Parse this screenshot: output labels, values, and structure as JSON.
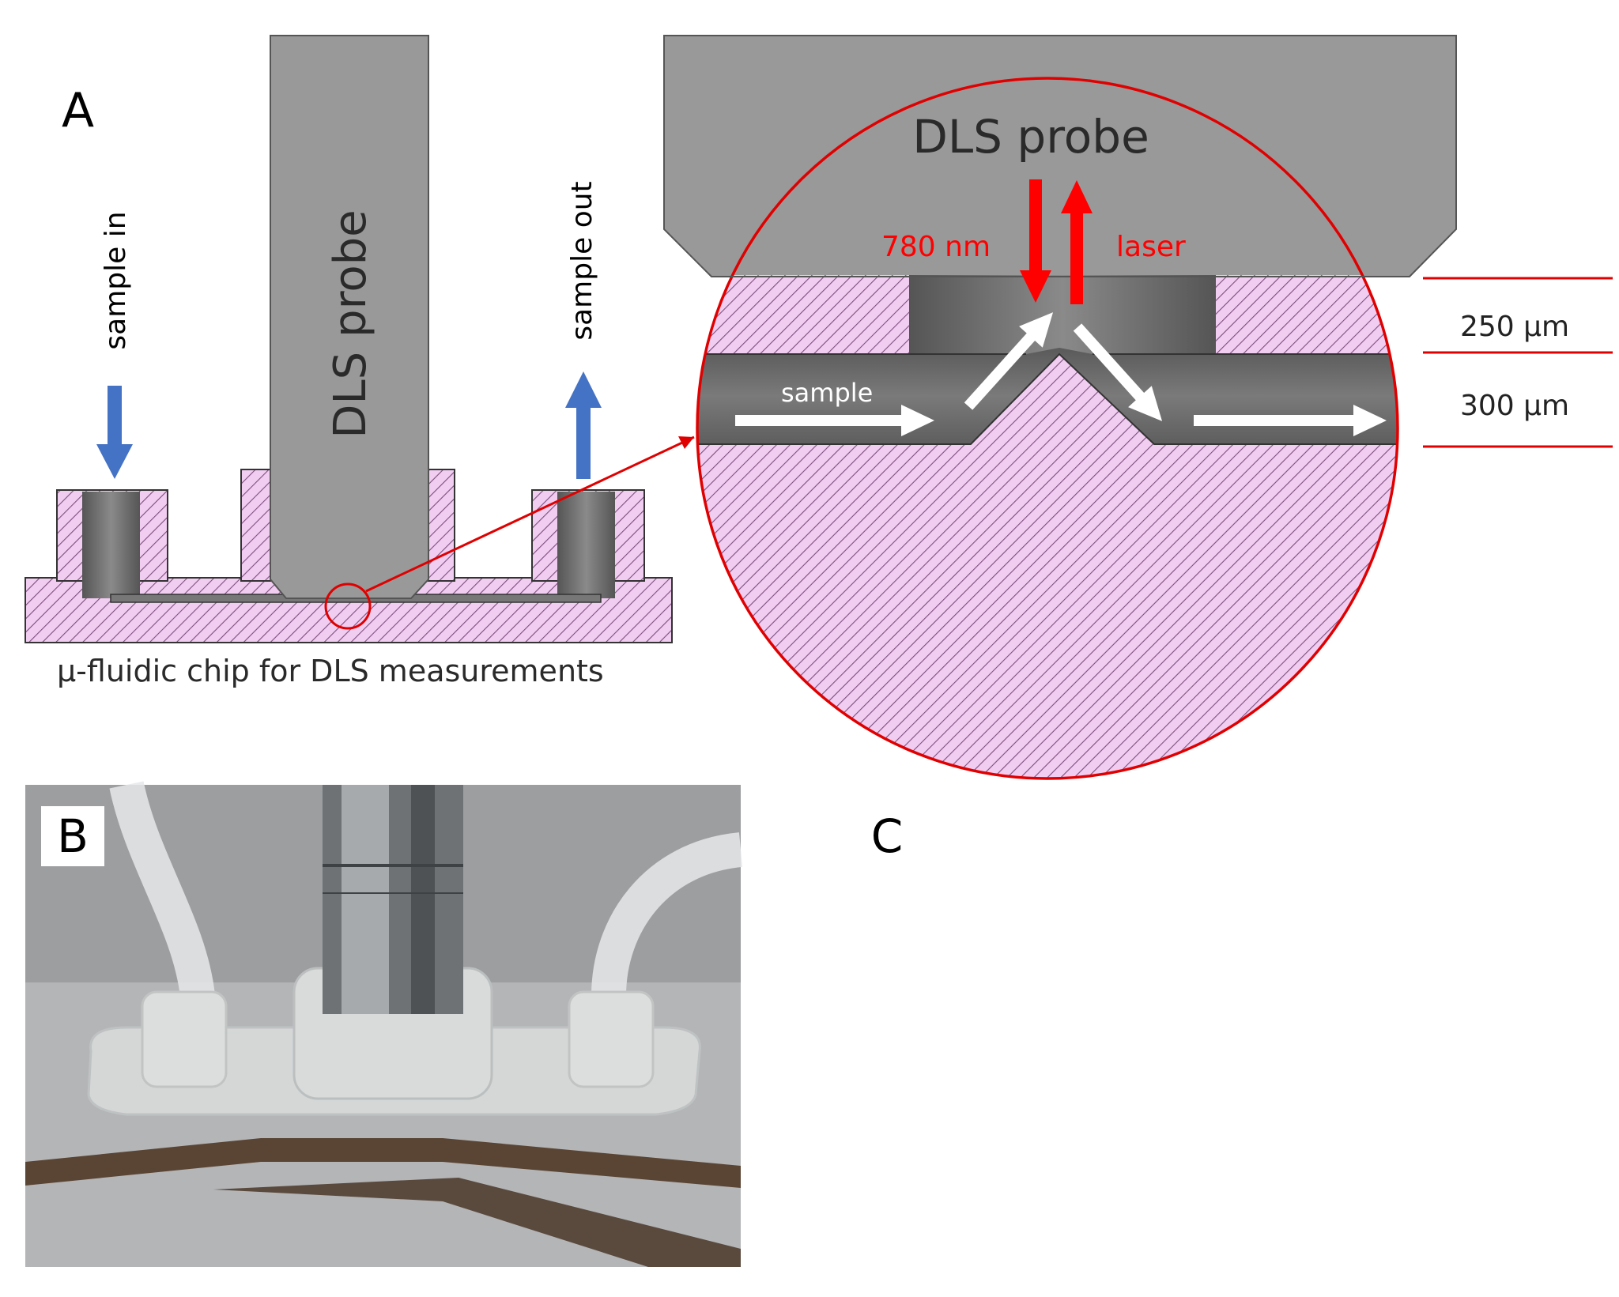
{
  "panels": {
    "a": {
      "label": "A"
    },
    "b": {
      "label": "B"
    },
    "c": {
      "label": "C"
    }
  },
  "diagram": {
    "probe_label_left": "DLS probe",
    "probe_label_right": "DLS probe",
    "sample_in": "sample in",
    "sample_out": "sample out",
    "chip_caption": "μ-fluidic chip for DLS measurements",
    "wavelength": "780 nm",
    "laser": "laser",
    "sample": "sample",
    "dim_top": "250 μm",
    "dim_bottom": "300 μm"
  },
  "colors": {
    "probe": "#999999",
    "chip_hatch_bg": "#f0c8f0",
    "chip_hatch_line": "#7a5a7a",
    "channel": "#6e6e6e",
    "highlight": "#e00000",
    "flow_arrow": "#4472c4",
    "laser_arrow": "#ff0000"
  }
}
